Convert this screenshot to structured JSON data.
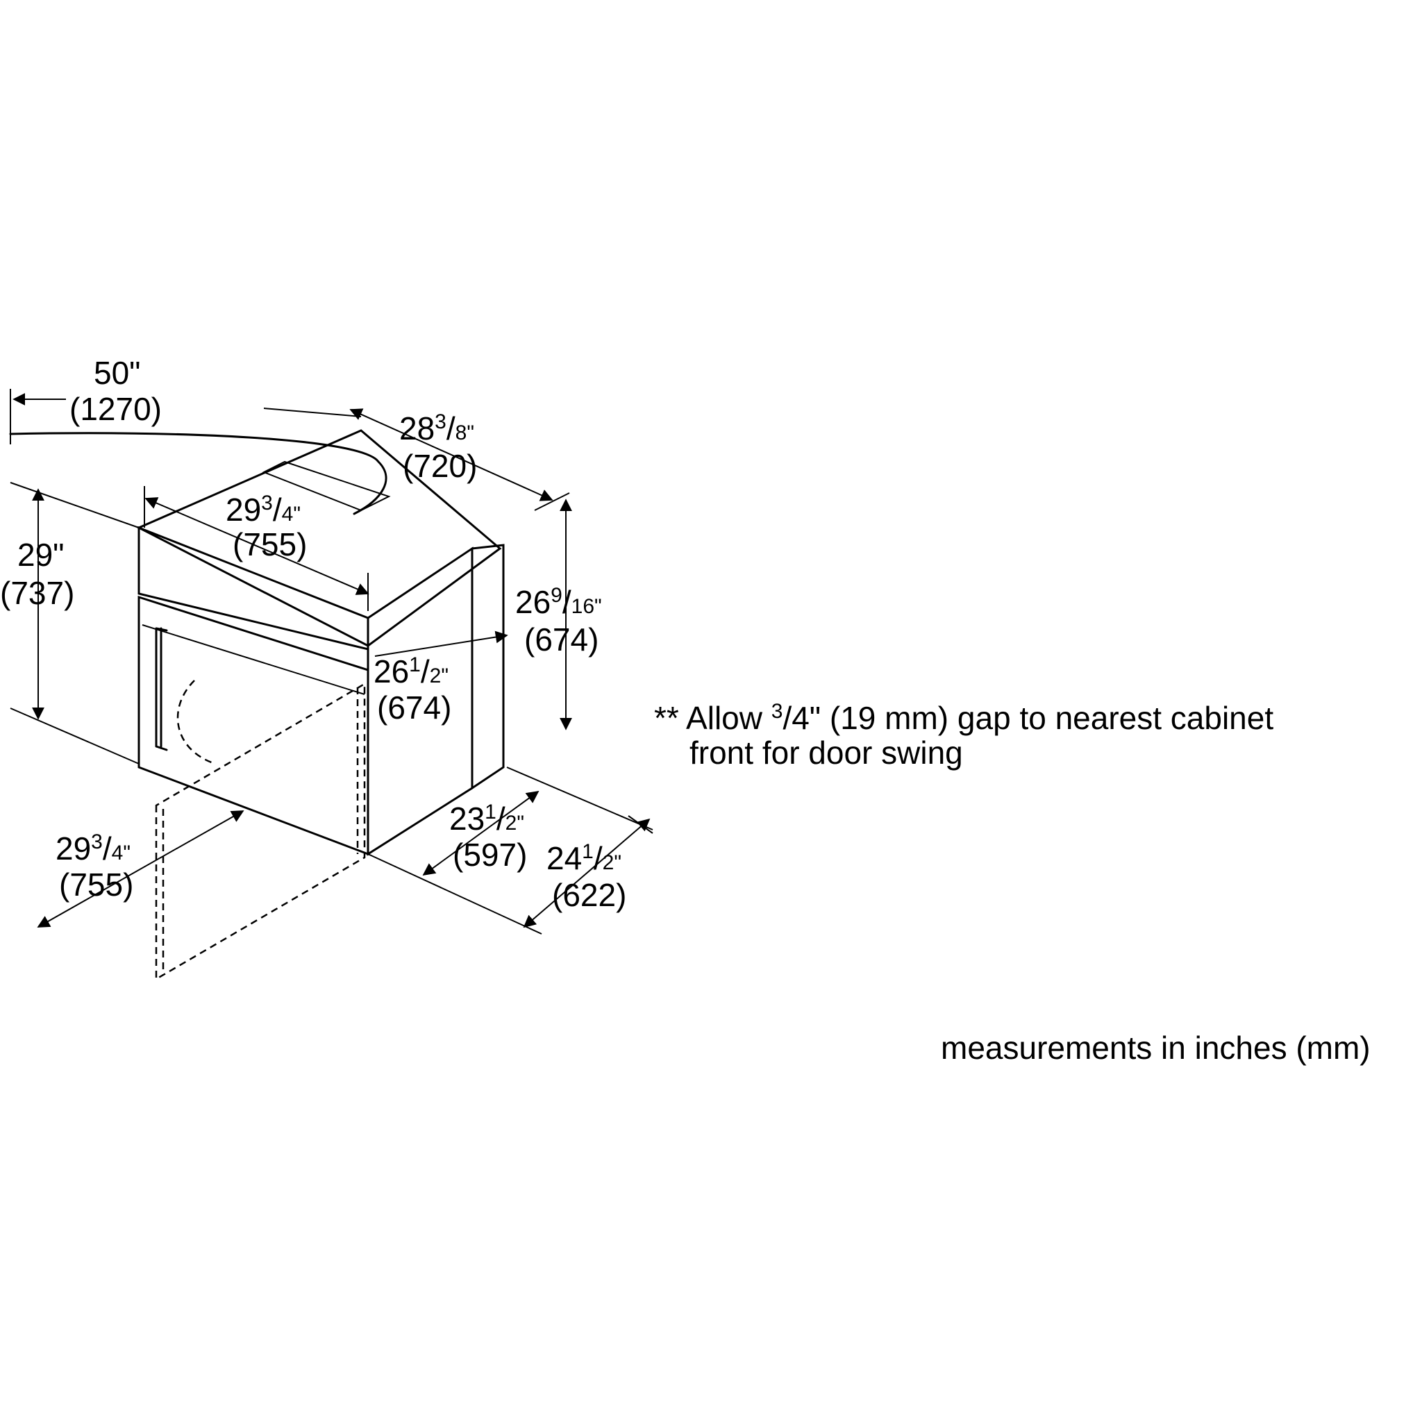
{
  "dims": {
    "cord_in": "50\"",
    "cord_mm": "(1270)",
    "depth_top_whole": "28",
    "depth_top_num": "3",
    "depth_top_den": "8\"",
    "depth_top_mm": "(720)",
    "width_top_whole": "29",
    "width_top_num": "3",
    "width_top_den": "4\"",
    "width_top_mm": "(755)",
    "height_left_in": "29\"",
    "height_left_mm": "(737)",
    "height_right_whole": "26",
    "height_right_num": "9",
    "height_right_den": "16\"",
    "height_right_mm": "(674)",
    "height_mid_whole": "26",
    "height_mid_num": "1",
    "height_mid_den": "2\"",
    "height_mid_mm": "(674)",
    "depth_a_whole": "23",
    "depth_a_num": "1",
    "depth_a_den": "2\"",
    "depth_a_mm": "(597)",
    "depth_b_whole": "24",
    "depth_b_num": "1",
    "depth_b_den": "2\"",
    "depth_b_mm": "(622)",
    "door_whole": "29",
    "door_num": "3",
    "door_den": "4\"",
    "door_mm": "(755)"
  },
  "note": {
    "line1_prefix": "** Allow ",
    "line1_num": "3",
    "line1_rest": "/4\" (19 mm) gap to nearest cabinet",
    "line2": "front for door swing"
  },
  "footer": "measurements in inches (mm)"
}
